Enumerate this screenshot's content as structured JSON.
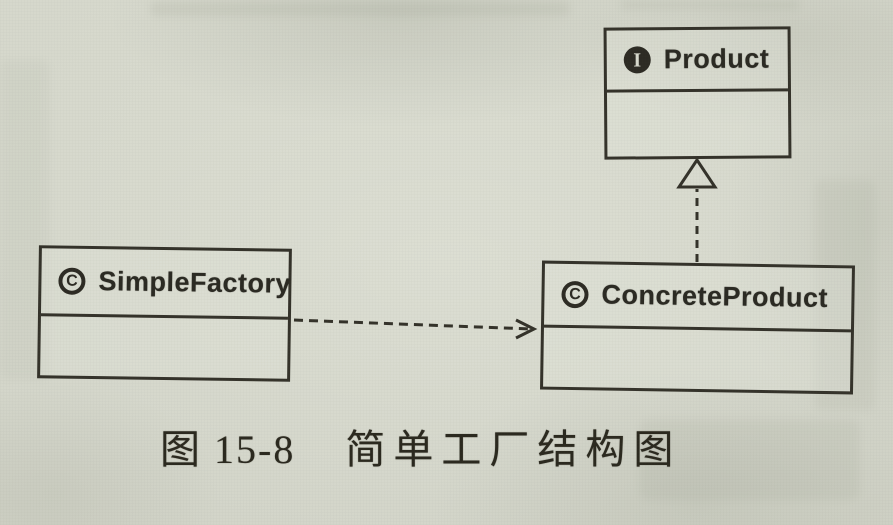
{
  "figure": {
    "caption": {
      "label": "图 15-8",
      "title": "简单工厂结构图"
    }
  },
  "diagram": {
    "classes": [
      {
        "name": "Product",
        "kind": "interface",
        "icon_letter": "I",
        "compartments": [
          "name",
          "empty"
        ]
      },
      {
        "name": "SimpleFactory",
        "kind": "class",
        "icon_letter": "C",
        "compartments": [
          "name",
          "empty"
        ]
      },
      {
        "name": "ConcreteProduct",
        "kind": "class",
        "icon_letter": "C",
        "compartments": [
          "name",
          "empty"
        ]
      }
    ],
    "relationships": [
      {
        "type": "dependency",
        "from": "SimpleFactory",
        "to": "ConcreteProduct",
        "line": "dashed",
        "arrowhead": "open"
      },
      {
        "type": "realization",
        "from": "ConcreteProduct",
        "to": "Product",
        "line": "dashed",
        "arrowhead": "hollow-triangle"
      }
    ]
  },
  "colors": {
    "paper": "#d3d5c9",
    "ink": "#34322a"
  }
}
